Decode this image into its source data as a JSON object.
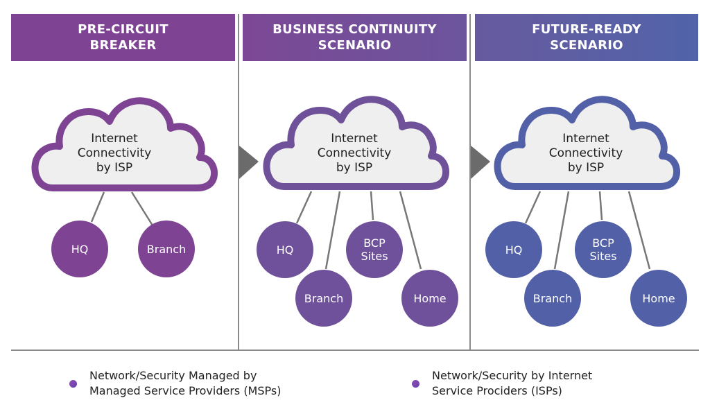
{
  "colors": {
    "phase1": "#7e4493",
    "phase2": "#6e519a",
    "phase3": "#5260a8",
    "connector": "#777777",
    "arrow": "#6b6b6b",
    "cloud_fill": "#efefef"
  },
  "phases": [
    {
      "title_lines": [
        "PRE-CIRCUIT",
        "BREAKER"
      ],
      "cloud_label_lines": [
        "Internet",
        "Connectivity",
        "by ISP"
      ],
      "nodes": [
        {
          "label_lines": [
            "HQ"
          ]
        },
        {
          "label_lines": [
            "Branch"
          ]
        }
      ]
    },
    {
      "title_lines": [
        "BUSINESS CONTINUITY",
        "SCENARIO"
      ],
      "cloud_label_lines": [
        "Internet",
        "Connectivity",
        "by ISP"
      ],
      "nodes": [
        {
          "label_lines": [
            "HQ"
          ]
        },
        {
          "label_lines": [
            "Branch"
          ]
        },
        {
          "label_lines": [
            "BCP",
            "Sites"
          ]
        },
        {
          "label_lines": [
            "Home"
          ]
        }
      ]
    },
    {
      "title_lines": [
        "FUTURE-READY",
        "SCENARIO"
      ],
      "cloud_label_lines": [
        "Internet",
        "Connectivity",
        "by ISP"
      ],
      "nodes": [
        {
          "label_lines": [
            "HQ"
          ]
        },
        {
          "label_lines": [
            "Branch"
          ]
        },
        {
          "label_lines": [
            "BCP",
            "Sites"
          ]
        },
        {
          "label_lines": [
            "Home"
          ]
        }
      ]
    }
  ],
  "legend": [
    {
      "icon": "bullet-dot",
      "label_lines": [
        "Network/Security Managed by",
        "Managed Service Providers (MSPs)"
      ]
    },
    {
      "icon": "bullet-dot",
      "label_lines": [
        "Network/Security by Internet",
        "Service Prociders (ISPs)"
      ]
    }
  ]
}
